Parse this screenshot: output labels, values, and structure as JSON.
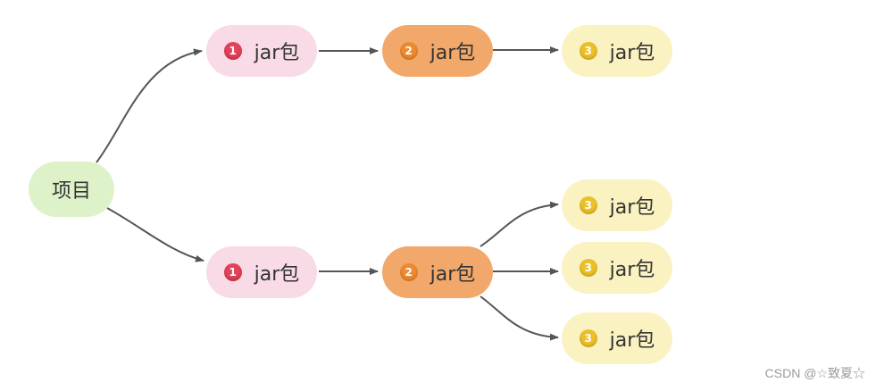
{
  "root": {
    "label": "项目"
  },
  "nodes": [
    {
      "id": "t1",
      "level": 1,
      "badge": "1",
      "label": "jar包"
    },
    {
      "id": "t2",
      "level": 2,
      "badge": "2",
      "label": "jar包"
    },
    {
      "id": "t3",
      "level": 3,
      "badge": "3",
      "label": "jar包"
    },
    {
      "id": "b1",
      "level": 1,
      "badge": "1",
      "label": "jar包"
    },
    {
      "id": "b2",
      "level": 2,
      "badge": "2",
      "label": "jar包"
    },
    {
      "id": "b3a",
      "level": 3,
      "badge": "3",
      "label": "jar包"
    },
    {
      "id": "b3b",
      "level": 3,
      "badge": "3",
      "label": "jar包"
    },
    {
      "id": "b3c",
      "level": 3,
      "badge": "3",
      "label": "jar包"
    }
  ],
  "edges": [
    [
      "root",
      "t1"
    ],
    [
      "t1",
      "t2"
    ],
    [
      "t2",
      "t3"
    ],
    [
      "root",
      "b1"
    ],
    [
      "b1",
      "b2"
    ],
    [
      "b2",
      "b3a"
    ],
    [
      "b2",
      "b3b"
    ],
    [
      "b2",
      "b3c"
    ]
  ],
  "colors": {
    "edge": "#555555",
    "root_fill": "#ddf2c9",
    "level1_fill": "#f8dbe6",
    "level2_fill": "#f2a86a",
    "level3_fill": "#fbf2c1"
  },
  "watermark": "CSDN @☆致夏☆"
}
